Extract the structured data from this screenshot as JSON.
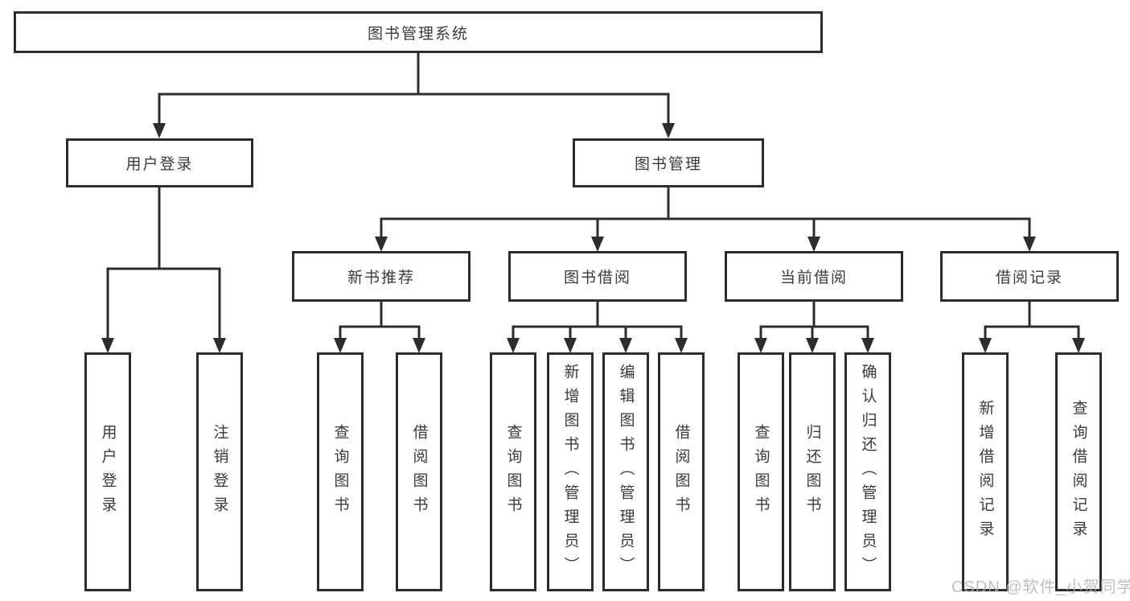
{
  "diagram_title": "图书管理系统",
  "colors": {
    "line": "#2d2d2d",
    "text": "#3a3a3a",
    "watermark": "#b5b5b5",
    "background": "#ffffff"
  },
  "watermark": {
    "text": "CSDN @软件_小贺同学"
  },
  "tree": {
    "label": "图书管理系统",
    "children": [
      {
        "label": "用户登录",
        "children": [
          {
            "label": "用户登录"
          },
          {
            "label": "注销登录"
          }
        ]
      },
      {
        "label": "图书管理",
        "children": [
          {
            "label": "新书推荐",
            "children": [
              {
                "label": "查询图书"
              },
              {
                "label": "借阅图书"
              }
            ]
          },
          {
            "label": "图书借阅",
            "children": [
              {
                "label": "查询图书"
              },
              {
                "label": "新增图书（管理员）"
              },
              {
                "label": "编辑图书（管理员）"
              },
              {
                "label": "借阅图书"
              }
            ]
          },
          {
            "label": "当前借阅",
            "children": [
              {
                "label": "查询图书"
              },
              {
                "label": "归还图书"
              },
              {
                "label": "确认归还（管理员）"
              }
            ]
          },
          {
            "label": "借阅记录",
            "children": [
              {
                "label": "新增借阅记录"
              },
              {
                "label": "查询借阅记录"
              }
            ]
          }
        ]
      }
    ]
  }
}
